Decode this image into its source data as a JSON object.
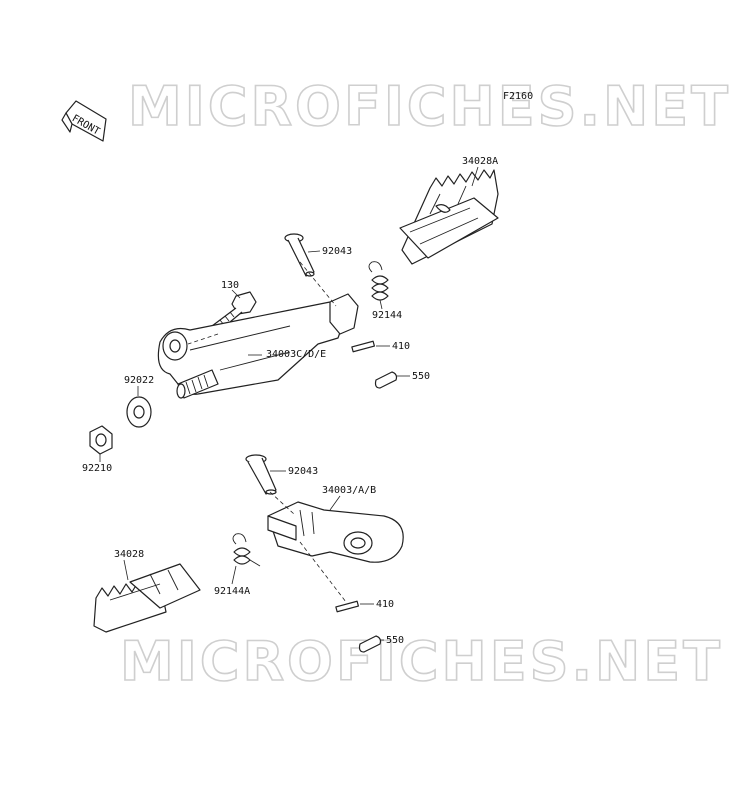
{
  "figure_code": "F2160",
  "watermark_top": "MICROFICHES.NET",
  "watermark_bottom": "MICROFICHES.NET",
  "front_badge": "FRONT",
  "labels": {
    "p34028A": "34028A",
    "p92043_top": "92043",
    "p130": "130",
    "p92144": "92144",
    "p34003CDE": "34003C/D/E",
    "p410_top": "410",
    "p92022": "92022",
    "p550_top": "550",
    "p92210": "92210",
    "p92043_bot": "92043",
    "p34003AB": "34003/A/B",
    "p34028": "34028",
    "p92144A": "92144A",
    "p410_bot": "410",
    "p550_bot": "550"
  }
}
